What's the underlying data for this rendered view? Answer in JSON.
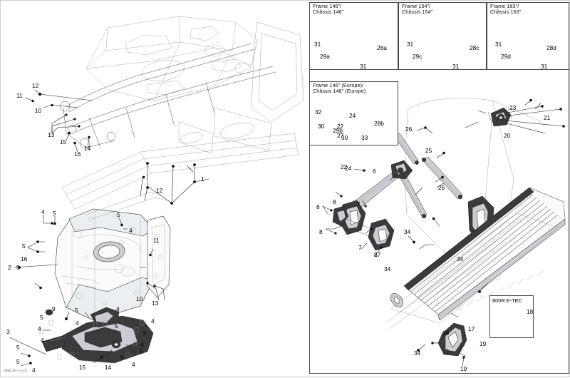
{
  "document": {
    "id_code": "08M12G-14-18",
    "type": "parts-diagram"
  },
  "panels": [
    {
      "key": "frame146",
      "title": "Frame 146\"/\nChâssis 146\""
    },
    {
      "key": "frame154",
      "title": "Frame 154\"/\nChâssis 154\""
    },
    {
      "key": "frame163",
      "title": "Frame 163\"/\nChâssis 163\""
    },
    {
      "key": "frame146europe",
      "title": "Frame 146\" (Europe)/\nChâssis 146\" (Europe)"
    }
  ],
  "inset": {
    "label": "800R E-TEC",
    "callout": "18"
  },
  "callouts": {
    "panel_frame146": [
      "31",
      "29a",
      "28a",
      "31"
    ],
    "panel_frame154": [
      "31",
      "29c",
      "28c",
      "31"
    ],
    "panel_frame163": [
      "31",
      "29d",
      "28d",
      "31"
    ],
    "panel_frame146europe": [
      "32",
      "30",
      "29b",
      "28b",
      "30",
      "33"
    ],
    "left_upper": [
      "11",
      "12",
      "10",
      "13",
      "15",
      "14",
      "16",
      "1",
      "12"
    ],
    "left_lower": [
      "4",
      "5",
      "5",
      "4",
      "2",
      "5",
      "16",
      "11",
      "10",
      "13",
      "9",
      "5",
      "4",
      "5",
      "4",
      "5",
      "4",
      "3",
      "5",
      "5",
      "4",
      "4",
      "15",
      "14",
      "9",
      "4",
      "5"
    ],
    "right_main": [
      "24",
      "22",
      "27",
      "26",
      "25",
      "24",
      "22",
      "27",
      "26",
      "23",
      "21",
      "20",
      "6",
      "8",
      "7",
      "8",
      "8",
      "7",
      "8",
      "34",
      "34",
      "34",
      "34",
      "17",
      "19",
      "19",
      "19"
    ]
  },
  "labels": {
    "n1": "1",
    "n2": "2",
    "n3": "3",
    "n4": "4",
    "n5": "5",
    "n6": "6",
    "n7": "7",
    "n8": "8",
    "n9": "9",
    "n10": "10",
    "n11": "11",
    "n12": "12",
    "n13": "13",
    "n14": "14",
    "n15": "15",
    "n16": "16",
    "n17": "17",
    "n18": "18",
    "n19": "19",
    "n20": "20",
    "n21": "21",
    "n22": "22",
    "n23": "23",
    "n24": "24",
    "n25": "25",
    "n26": "26",
    "n27": "27",
    "n28a": "28a",
    "n28b": "28b",
    "n28c": "28c",
    "n28d": "28d",
    "n29a": "29a",
    "n29b": "29b",
    "n29c": "29c",
    "n29d": "29d",
    "n30": "30",
    "n31": "31",
    "n32": "32",
    "n33": "33",
    "n34": "34"
  },
  "colors": {
    "line": "#1b1b1b",
    "light_line": "#9a9aa0",
    "panel_border": "#4a4a4a",
    "page_border": "#cfcfcf",
    "dark_fill": "#3b3b3e",
    "mid_fill": "#cbcdd2",
    "light_fill": "#eceff2"
  }
}
